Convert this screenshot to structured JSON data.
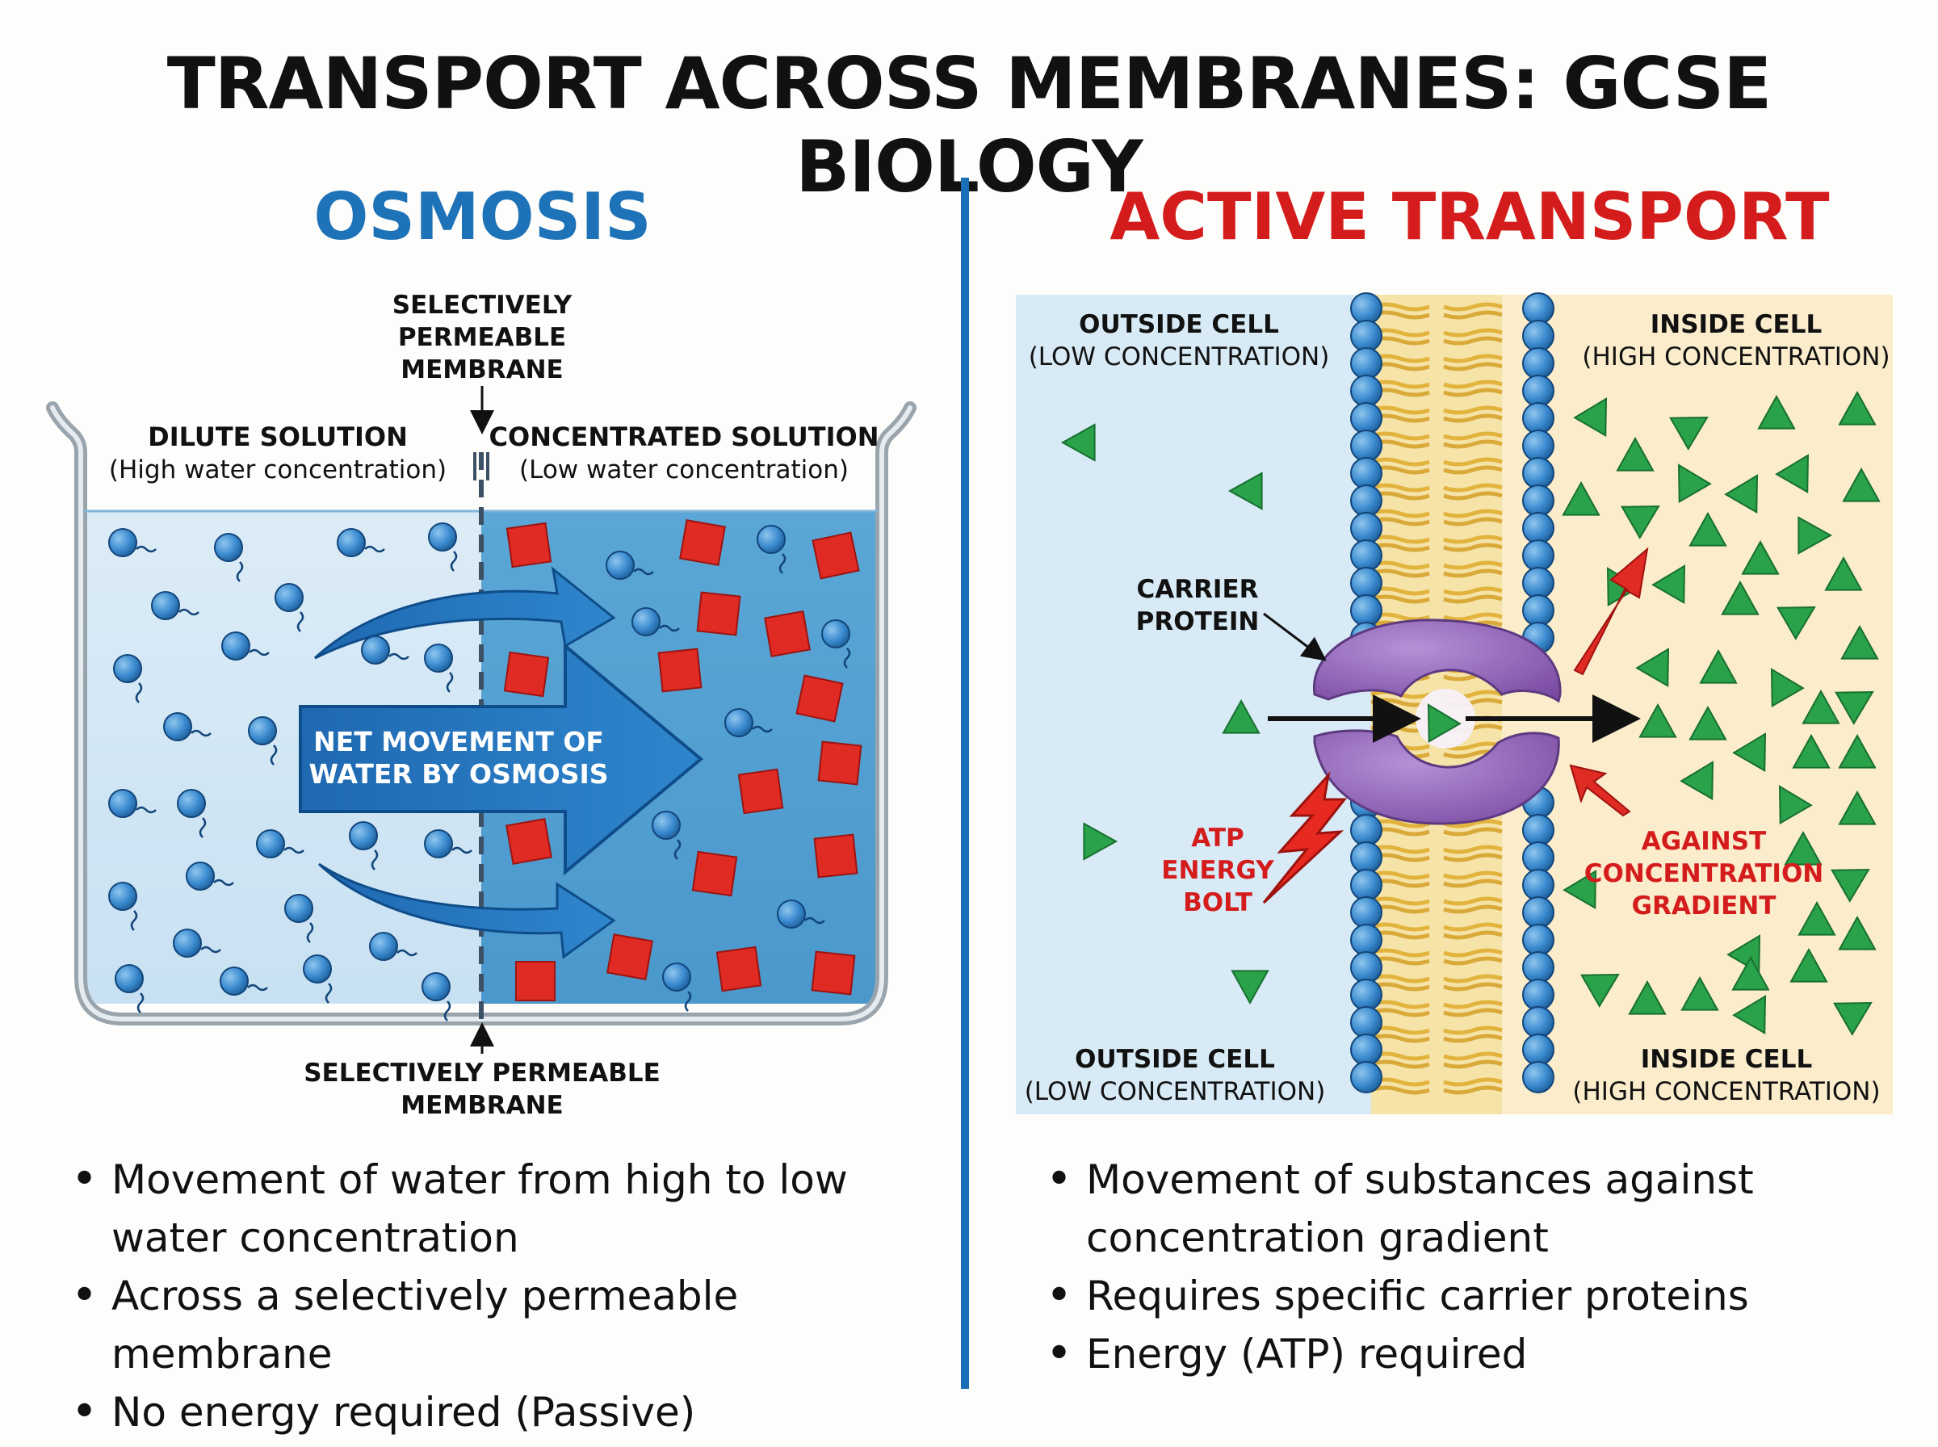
{
  "title": "TRANSPORT ACROSS MEMBRANES: GCSE BIOLOGY",
  "osmosis": {
    "heading": "OSMOSIS",
    "membrane_top": [
      "SELECTIVELY",
      "PERMEABLE",
      "MEMBRANE"
    ],
    "dilute_label": "DILUTE SOLUTION",
    "dilute_sub": "(High water concentration)",
    "concentrated_label": "CONCENTRATED SOLUTION",
    "concentrated_sub": "(Low water concentration)",
    "arrow_label": [
      "NET MOVEMENT OF",
      "WATER BY OSMOSIS"
    ],
    "membrane_bottom": [
      "SELECTIVELY PERMEABLE",
      "MEMBRANE"
    ],
    "bullets": [
      "Movement of water from high to low water concentration",
      "Across a selectively permeable membrane",
      "No energy required (Passive)"
    ]
  },
  "active": {
    "heading": "ACTIVE TRANSPORT",
    "outside_top": [
      "OUTSIDE CELL",
      "(LOW CONCENTRATION)"
    ],
    "inside_top": [
      "INSIDE CELL",
      "(HIGH CONCENTRATION)"
    ],
    "carrier": [
      "CARRIER",
      "PROTEIN"
    ],
    "atp": [
      "ATP",
      "ENERGY",
      "BOLT"
    ],
    "gradient": [
      "AGAINST",
      "CONCENTRATION",
      "GRADIENT"
    ],
    "outside_bottom": [
      "OUTSIDE CELL",
      "(LOW CONCENTRATION)"
    ],
    "inside_bottom": [
      "INSIDE CELL",
      "(HIGH CONCENTRATION)"
    ],
    "bullets": [
      "Movement of substances against concentration gradient",
      "Requires specific carrier proteins",
      "Energy (ATP) required"
    ]
  },
  "colors": {
    "osmosis_blue": "#1d72b8",
    "active_red": "#d41c1c",
    "particle_green": "#2aa24a",
    "solute_red": "#e02a24",
    "protein_purple": "#8a5bb0"
  }
}
